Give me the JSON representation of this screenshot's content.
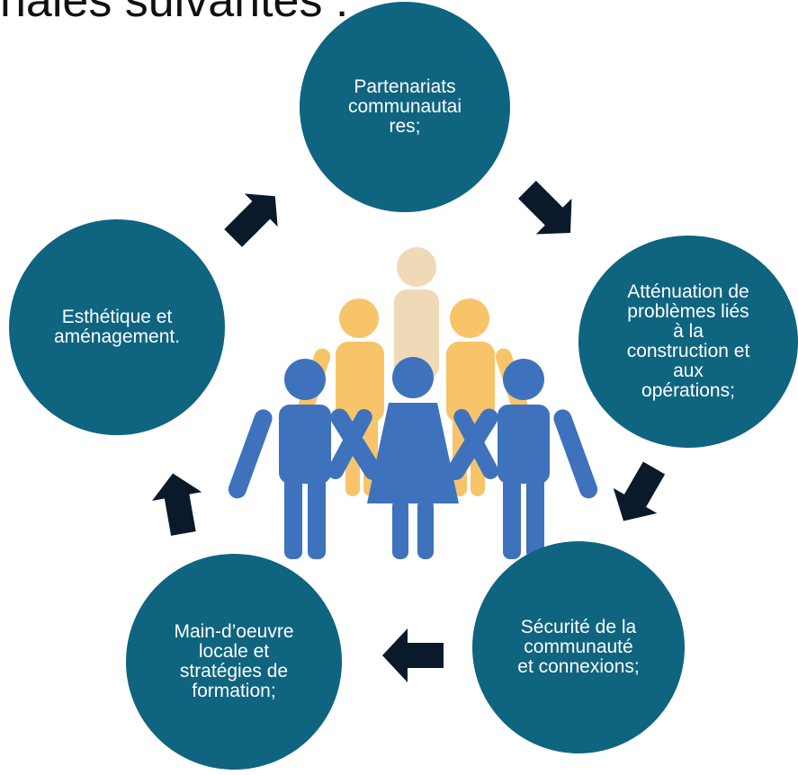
{
  "heading": {
    "text": "nales suivantes :"
  },
  "colors": {
    "circle": "#0f6480",
    "arrow": "#0b1a2a",
    "person_back": "#efd9b6",
    "person_mid": "#f7c46a",
    "person_front": "#3f72bd"
  },
  "nodes": [
    {
      "id": "top",
      "label": "Partenariats\ncommunautai\nres;"
    },
    {
      "id": "right",
      "label": "Atténuation de\nproblèmes liés\nà la\nconstruction et\naux\nopérations;"
    },
    {
      "id": "bottom-right",
      "label": "Sécurité de la\ncommunauté\net connexions;"
    },
    {
      "id": "bottom-left",
      "label": "Main-d’oeuvre\nlocale et\nstratégies de\nformation;"
    },
    {
      "id": "left",
      "label": "Esthétique et\naménagement."
    }
  ],
  "center_icon": "group-of-people-icon"
}
